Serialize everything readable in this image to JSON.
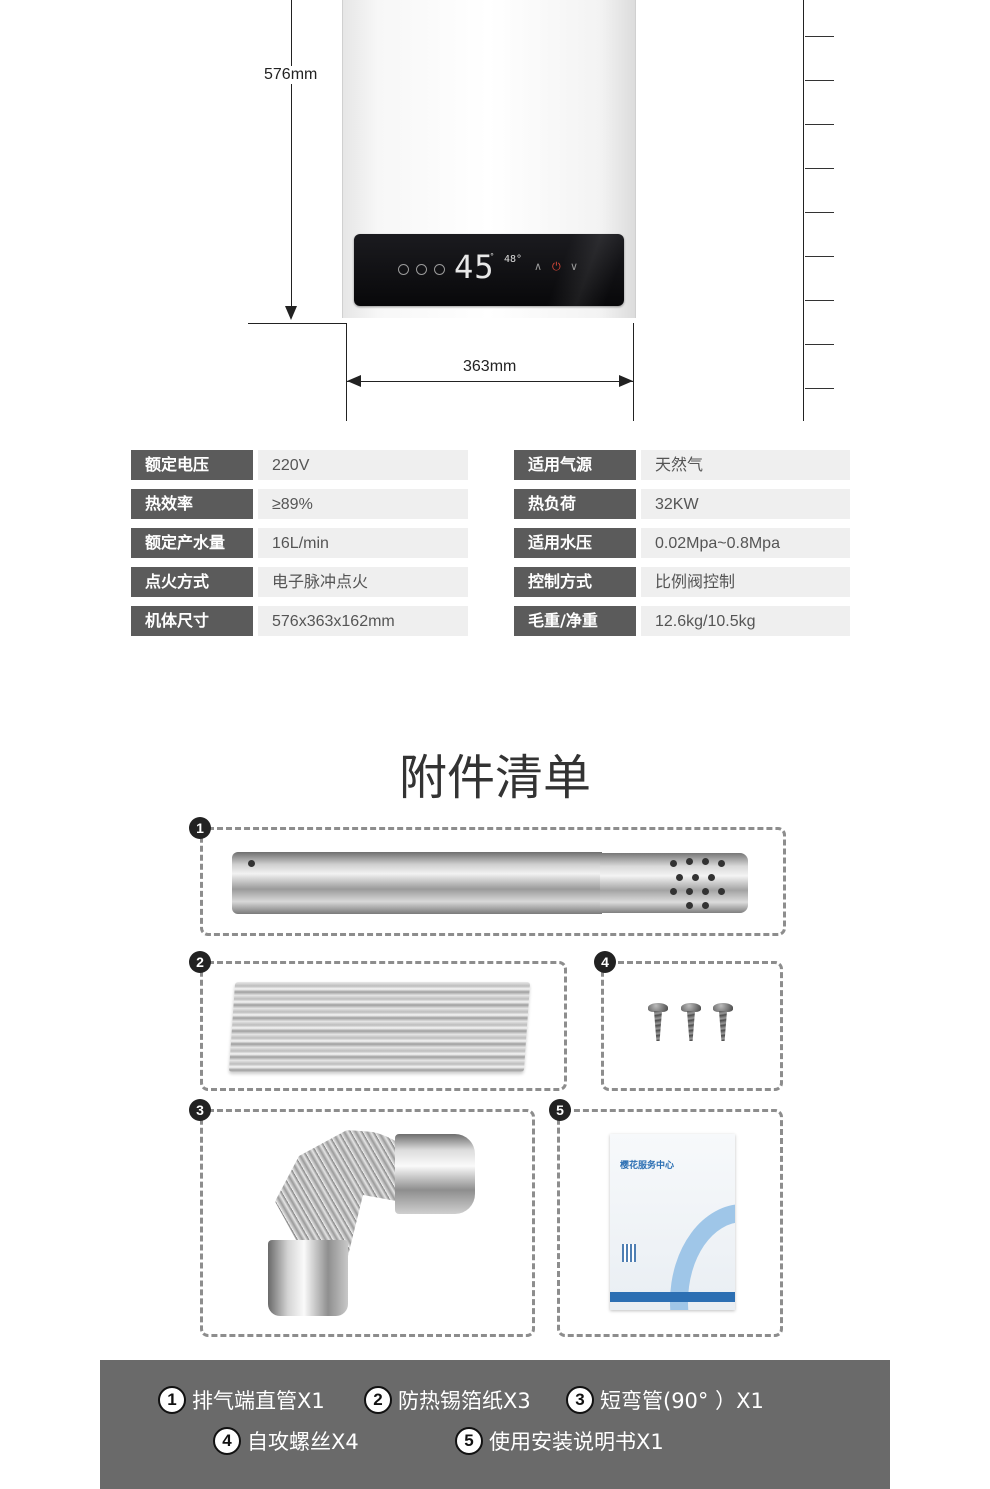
{
  "dimensions": {
    "height_label": "576mm",
    "width_label": "363mm"
  },
  "display": {
    "temperature": "45",
    "unit": "°",
    "set_temperature": "48°"
  },
  "specs": {
    "left": [
      {
        "label": "额定电压",
        "value": "220V"
      },
      {
        "label": "热效率",
        "value": "≥89%"
      },
      {
        "label": "额定产水量",
        "value": "16L/min"
      },
      {
        "label": "点火方式",
        "value": "电子脉冲点火"
      },
      {
        "label": "机体尺寸",
        "value": "576x363x162mm"
      }
    ],
    "right": [
      {
        "label": "适用气源",
        "value": "天然气"
      },
      {
        "label": "热负荷",
        "value": "32KW"
      },
      {
        "label": "适用水压",
        "value": "0.02Mpa~0.8Mpa"
      },
      {
        "label": "控制方式",
        "value": "比例阀控制"
      },
      {
        "label": "毛重/净重",
        "value": "12.6kg/10.5kg"
      }
    ]
  },
  "accessories": {
    "title": "附件清单",
    "badges": [
      "1",
      "2",
      "4",
      "3",
      "5"
    ],
    "manual_logo": "樱花服务中心"
  },
  "legend": [
    {
      "num": "1",
      "text": "排气端直管X1"
    },
    {
      "num": "2",
      "text": "防热锡箔纸X3"
    },
    {
      "num": "3",
      "text": "短弯管(90°  ）X1"
    },
    {
      "num": "4",
      "text": "自攻螺丝X4"
    },
    {
      "num": "5",
      "text": "使用安装说明书X1"
    }
  ]
}
